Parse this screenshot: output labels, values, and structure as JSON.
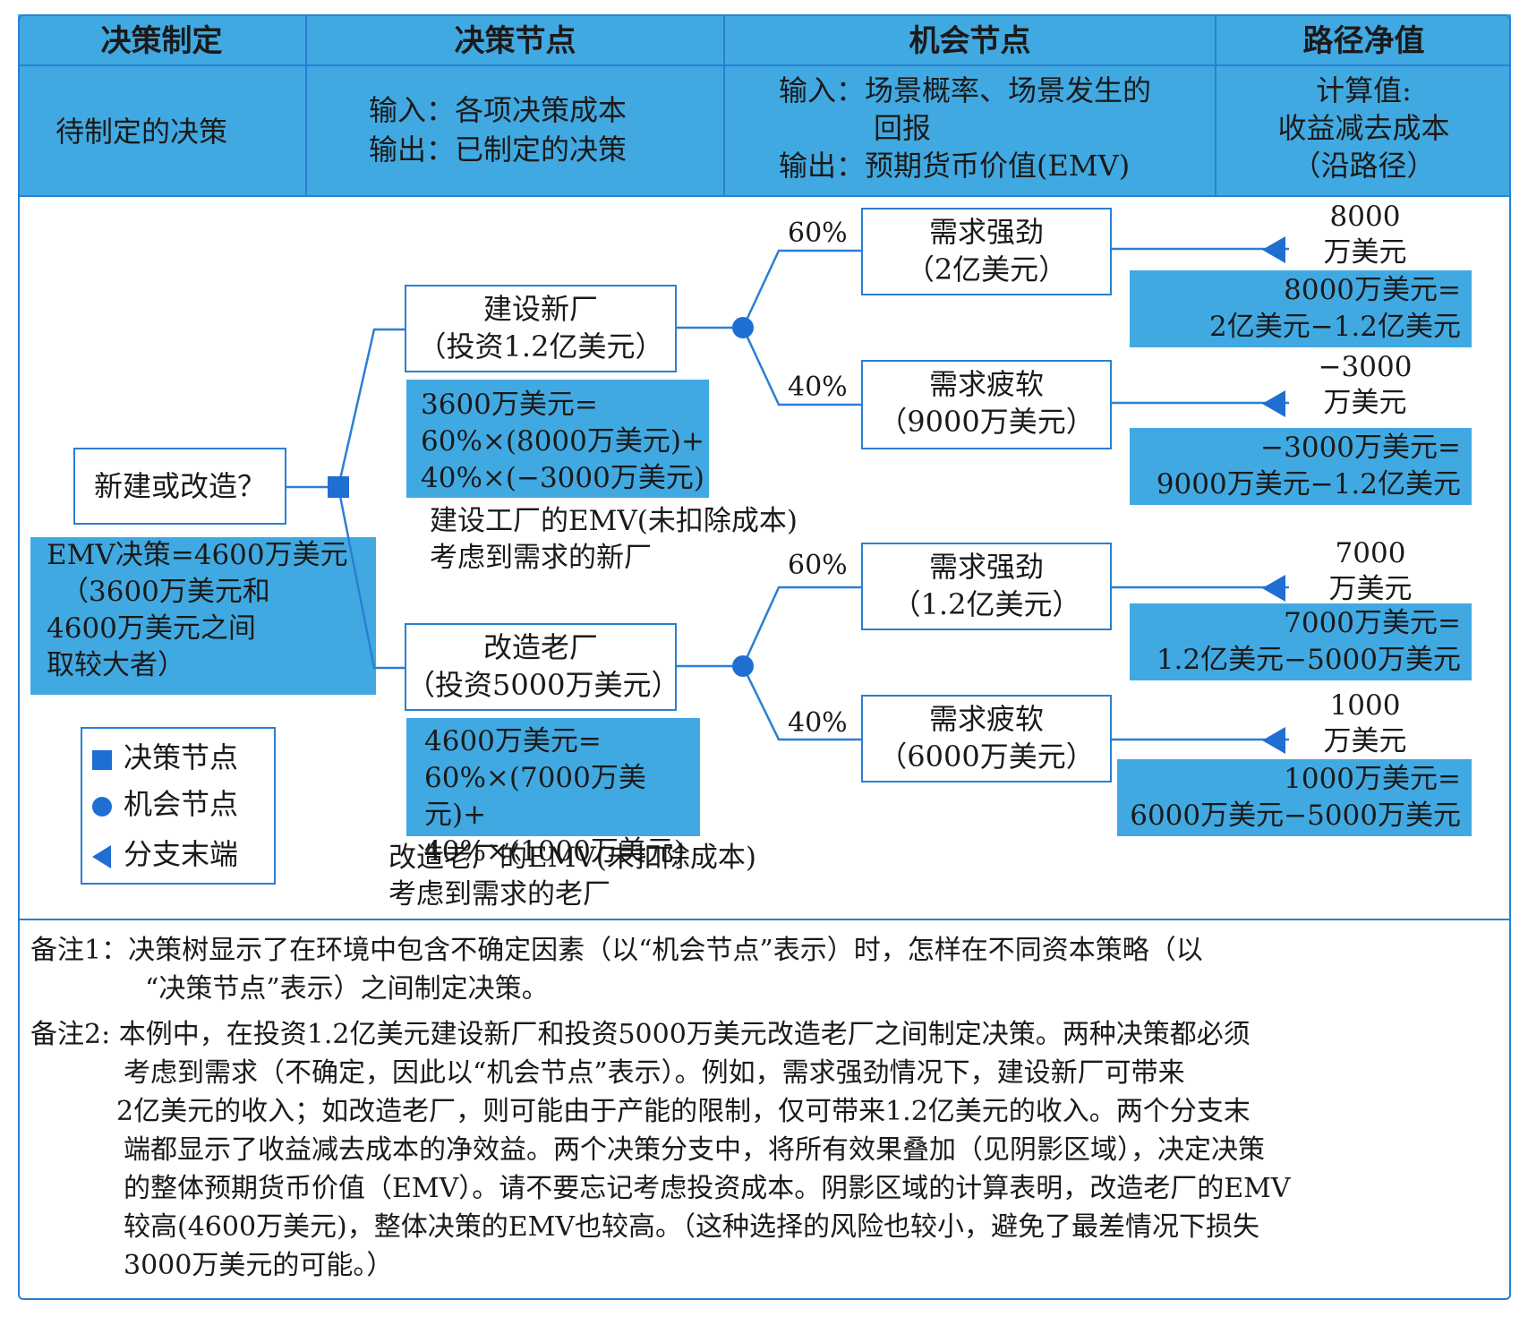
{
  "header": {
    "col1": {
      "title": "决策制定",
      "desc": "待制定的决策"
    },
    "col2": {
      "title": "决策节点",
      "line1": "输入：各项决策成本",
      "line2": "输出：已制定的决策"
    },
    "col3": {
      "title": "机会节点",
      "line1": "输入：场景概率、场景发生的",
      "line2": "回报",
      "line3": "输出：预期货币价值(EMV)"
    },
    "col4": {
      "title": "路径净值",
      "line1": "计算值:",
      "line2": "收益减去成本",
      "line3": "（沿路径）"
    }
  },
  "root": {
    "label": "新建或改造？",
    "emv": [
      "EMV决策=4600万美元",
      "（3600万美元和",
      "4600万美元之间",
      "取较大者）"
    ]
  },
  "branches": [
    {
      "name": [
        "建设新厂",
        "（投资1.2亿美元）"
      ],
      "emv_calc": [
        "3600万美元=",
        "60%×(8000万美元)+",
        "40%×(−3000万美元)"
      ],
      "caption": [
        "建设工厂的EMV(未扣除成本)",
        "考虑到需求的新厂"
      ],
      "outcomes": [
        {
          "prob": "60%",
          "name": [
            "需求强劲",
            "（2亿美元）"
          ],
          "end": [
            "8000",
            "万美元"
          ],
          "calc": [
            "8000万美元=",
            "2亿美元−1.2亿美元"
          ]
        },
        {
          "prob": "40%",
          "name": [
            "需求疲软",
            "（9000万美元）"
          ],
          "end": [
            "−3000",
            "万美元"
          ],
          "calc": [
            "−3000万美元=",
            "9000万美元−1.2亿美元"
          ]
        }
      ]
    },
    {
      "name": [
        "改造老厂",
        "（投资5000万美元）"
      ],
      "emv_calc": [
        "4600万美元=",
        "60%×(7000万美元)+",
        "40%×(1000万美元)"
      ],
      "caption": [
        "改造老厂的EMV(未扣除成本)",
        "考虑到需求的老厂"
      ],
      "outcomes": [
        {
          "prob": "60%",
          "name": [
            "需求强劲",
            "（1.2亿美元）"
          ],
          "end": [
            "7000",
            "万美元"
          ],
          "calc": [
            "7000万美元=",
            "1.2亿美元−5000万美元"
          ]
        },
        {
          "prob": "40%",
          "name": [
            "需求疲软",
            "（6000万美元）"
          ],
          "end": [
            "1000",
            "万美元"
          ],
          "calc": [
            "1000万美元=",
            "6000万美元−5000万美元"
          ]
        }
      ]
    }
  ],
  "legend": {
    "decision": "决策节点",
    "chance": "机会节点",
    "terminal": "分支末端"
  },
  "notes": {
    "note1": [
      "备注1：决策树显示了在环境中包含不确定因素（以“机会节点”表示）时，怎样在不同资本策略（以",
      "“决策节点”表示）之间制定决策。"
    ],
    "note2": [
      "备注2: 本例中，在投资1.2亿美元建设新厂和投资5000万美元改造老厂之间制定决策。两种决策都必须",
      "考虑到需求（不确定，因此以“机会节点”表示）。例如，需求强劲情况下，建设新厂可带来",
      "2亿美元的收入；如改造老厂，则可能由于产能的限制，仅可带来1.2亿美元的收入。两个分支末",
      "端都显示了收益减去成本的净效益。两个决策分支中，将所有效果叠加（见阴影区域），决定决策",
      "的整体预期货币价值（EMV）。请不要忘记考虑投资成本。阴影区域的计算表明，改造老厂的EMV",
      "较高(4600万美元)，整体决策的EMV也较高。（这种选择的风险也较小，避免了最差情况下损失",
      "3000万美元的可能。）"
    ]
  },
  "colors": {
    "accent": "#2a7fd4",
    "shade": "#41a9e1"
  }
}
